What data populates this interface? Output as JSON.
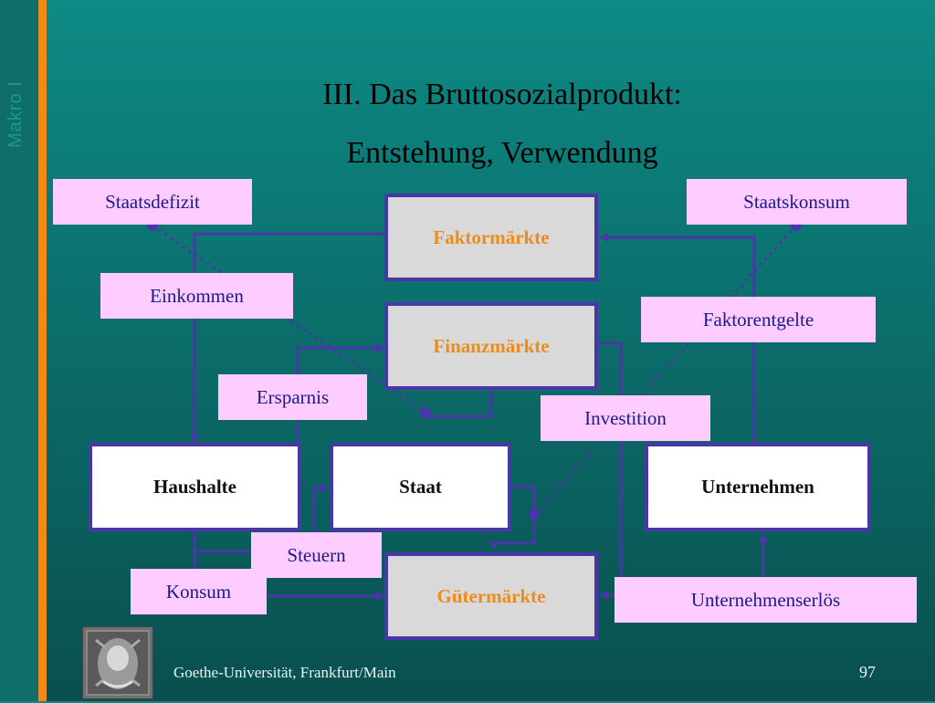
{
  "side_label": "Makro I",
  "title": {
    "line1": "III. Das Bruttosozialprodukt:",
    "line2": "Entstehung, Verwendung"
  },
  "boxes": {
    "faktormaerkte": "Faktormärkte",
    "finanzmaerkte": "Finanzmärkte",
    "guetermaerkte": "Gütermärkte",
    "haushalte": "Haushalte",
    "staat": "Staat",
    "unternehmen": "Unternehmen"
  },
  "labels": {
    "staatsdefizit": "Staatsdefizit",
    "staatskonsum": "Staatskonsum",
    "einkommen": "Einkommen",
    "faktorentgelte": "Faktorentgelte",
    "ersparnis": "Ersparnis",
    "investition": "Investition",
    "steuern": "Steuern",
    "konsum": "Konsum",
    "unternehmenserloes": "Unternehmenserlös"
  },
  "footer": {
    "university": "Goethe-Universität, Frankfurt/Main",
    "page_number": "97"
  },
  "colors": {
    "line": "#4a36a8",
    "market_text": "#ef8b1a",
    "label_bg": "#ffccff",
    "accent_stripe": "#f08a18"
  }
}
